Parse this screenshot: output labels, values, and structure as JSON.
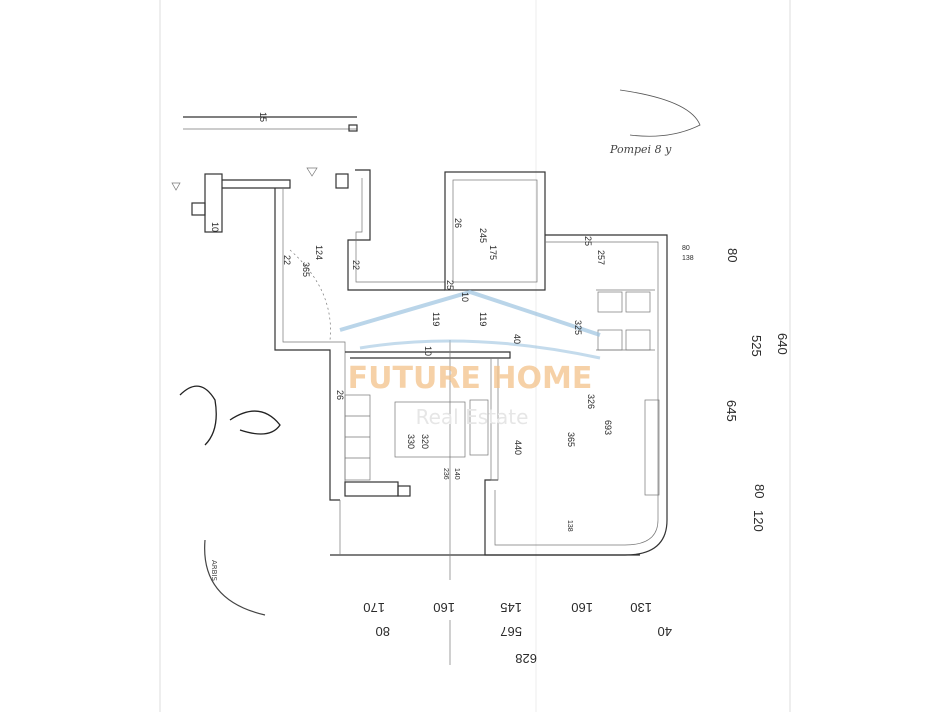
{
  "watermark": {
    "brand": "FUTURE HOME",
    "tagline": "Real Estate",
    "accent_color": "#f3c28a",
    "roof_color": "#9cc3e0"
  },
  "handwritten_note": "Pompei 8 y",
  "dimensions": {
    "top_bar": "15",
    "left_block": "10",
    "corridor_width": "124",
    "corridor_wall": "22",
    "corridor_length": "365",
    "niche_wall": "22",
    "bath_wall": "26",
    "bath_length": "245",
    "bath_width": "175",
    "bath_bottom_wall": "25",
    "entry_wall": "10",
    "hall_left": "119",
    "hall_right": "119",
    "top_wall": "25",
    "top_room": "257",
    "window_w": "80",
    "window_h": "138",
    "dining": "325",
    "kitchen_wall": "10",
    "partition": "40",
    "living_depth": "326",
    "living_length": "693",
    "kitchen_side_wall": "26",
    "kitchen_a": "330",
    "kitchen_b": "320",
    "living_width": "365",
    "living_mid": "440",
    "window_k": "140",
    "window_k_h": "236",
    "window_l": "138"
  },
  "right_dims": {
    "d80a": "80",
    "d525": "525",
    "d640": "640",
    "d645": "645",
    "d80b": "80",
    "d120": "120"
  },
  "bottom_dims": {
    "d170": "170",
    "d160a": "160",
    "d145": "145",
    "d160b": "160",
    "d130": "130",
    "d80": "80",
    "d567": "567",
    "d40": "40",
    "d628": "628"
  },
  "stamp_text": "ARBIS"
}
